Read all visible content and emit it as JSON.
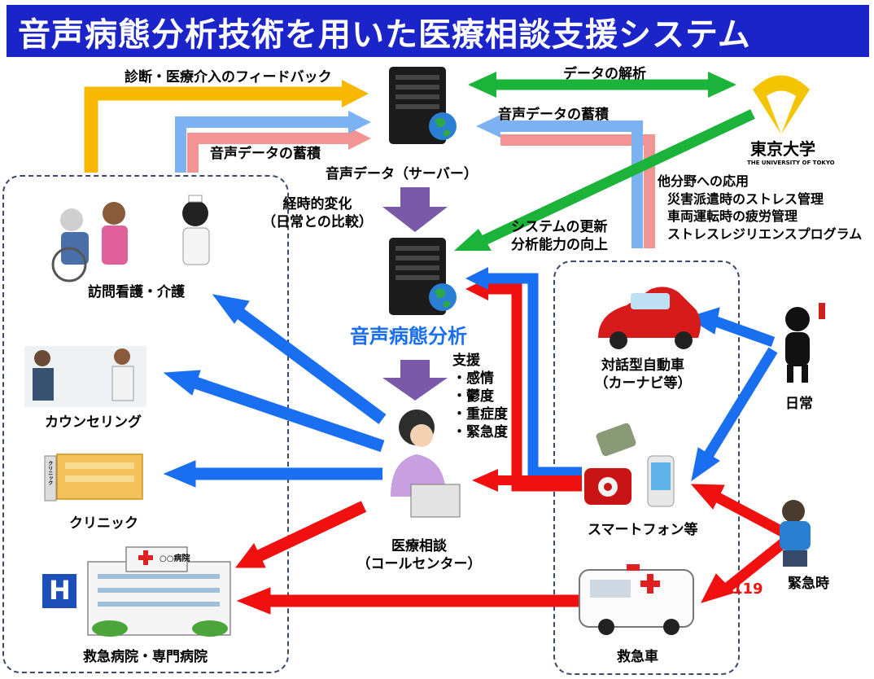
{
  "title": "音声病態分析技術を用いた医療相談支援システム",
  "labels": {
    "feedback": "診断・医療介入のフィードバック",
    "data_analysis": "データの解析",
    "accumulation_left": "音声データの蓄積",
    "accumulation_right": "音声データの蓄積",
    "server_caption": "音声データ（サーバー）",
    "temporal_change_line1": "経時的変化",
    "temporal_change_line2": "（日常との比較）",
    "system_update_line1": "システムの更新",
    "system_update_line2": "分析能力の向上",
    "other_fields_title": "他分野への応用",
    "other_fields_items": [
      "災害派遣時のストレス管理",
      "車両運転時の疲労管理",
      "ストレスレジリエンスプログラム"
    ],
    "analysis": "音声病態分析",
    "support_title": "支援",
    "support_items": [
      "・感情",
      "・鬱度",
      "・重症度",
      "・緊急度"
    ],
    "univ_name": "東京大学",
    "univ_sub": "THE UNIVERSITY OF TOKYO",
    "visit_care": "訪問看護・介護",
    "counseling": "カウンセリング",
    "clinic": "クリニック",
    "clinic_sign": "クリニック",
    "hospital": "救急病院・専門病院",
    "hospital_sign": "○○病院",
    "hospital_h": "H",
    "call_center_line1": "医療相談",
    "call_center_line2": "（コールセンター）",
    "car_line1": "対話型自動車",
    "car_line2": "（カーナビ等）",
    "smartphone": "スマートフォン等",
    "ambulance": "救急車",
    "daily": "日常",
    "emergency": "緊急時",
    "num_119": "119"
  },
  "colors": {
    "title_bg": "#1a24c8",
    "blue_arrow": "#1a6ef0",
    "red_arrow": "#f01010",
    "green_arrow": "#1bb33a",
    "orange_arrow": "#f9b800",
    "light_blue_arrow": "#7db2f2",
    "pink_arrow": "#f39494",
    "purple_arrow": "#7a59a8",
    "analysis_text": "#1a6ef0"
  }
}
